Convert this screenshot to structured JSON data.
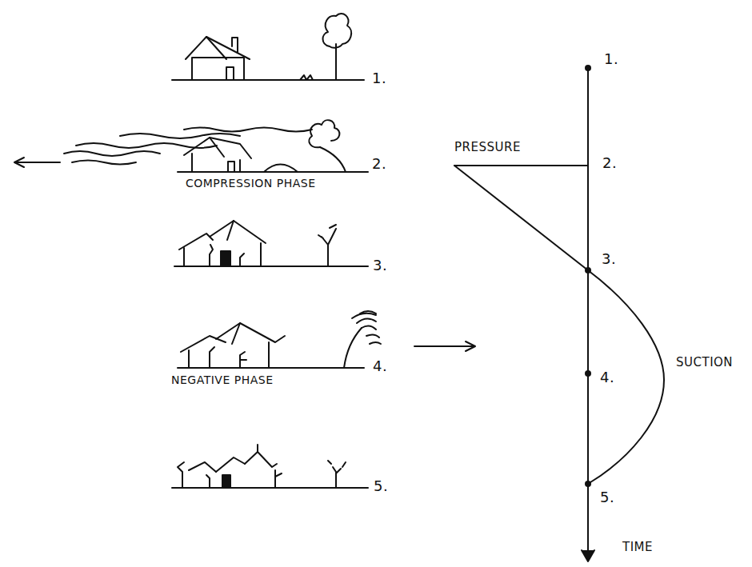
{
  "diagram": {
    "labels": [
      "1.",
      "2.",
      "COMPRESSION PHASE",
      "3.",
      "4.",
      "NEGATIVE PHASE",
      "5.",
      "1.",
      "PRESSURE",
      "2.",
      "3.",
      "4.",
      "SUCTION",
      "5.",
      "TIME"
    ]
  }
}
